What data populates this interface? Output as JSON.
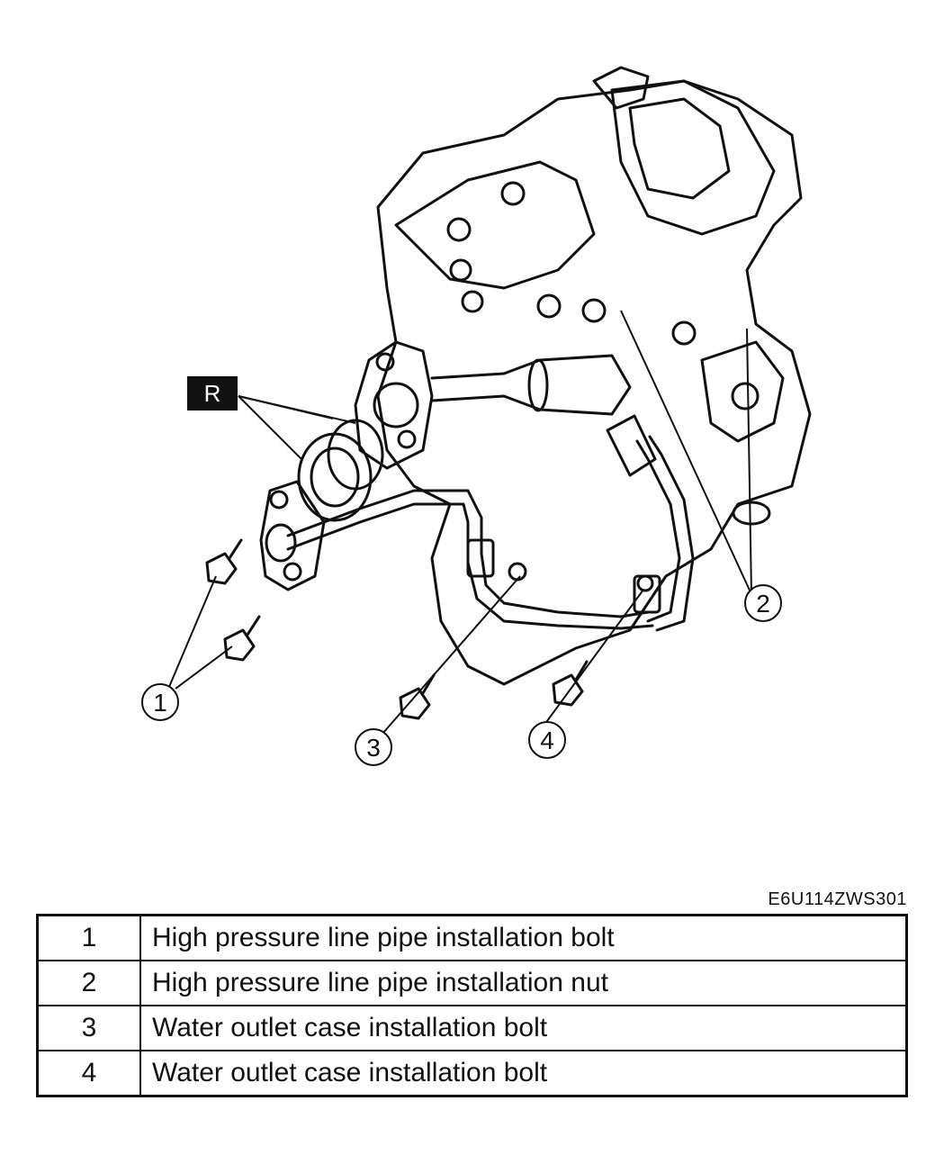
{
  "diagram": {
    "badge_label": "R",
    "callouts": [
      "1",
      "2",
      "3",
      "4"
    ]
  },
  "reference_code": "E6U114ZWS301",
  "legend": {
    "rows": [
      {
        "num": "1",
        "description": "High pressure line pipe installation bolt"
      },
      {
        "num": "2",
        "description": "High pressure line pipe installation nut"
      },
      {
        "num": "3",
        "description": "Water outlet case installation bolt"
      },
      {
        "num": "4",
        "description": "Water outlet case installation bolt"
      }
    ]
  }
}
